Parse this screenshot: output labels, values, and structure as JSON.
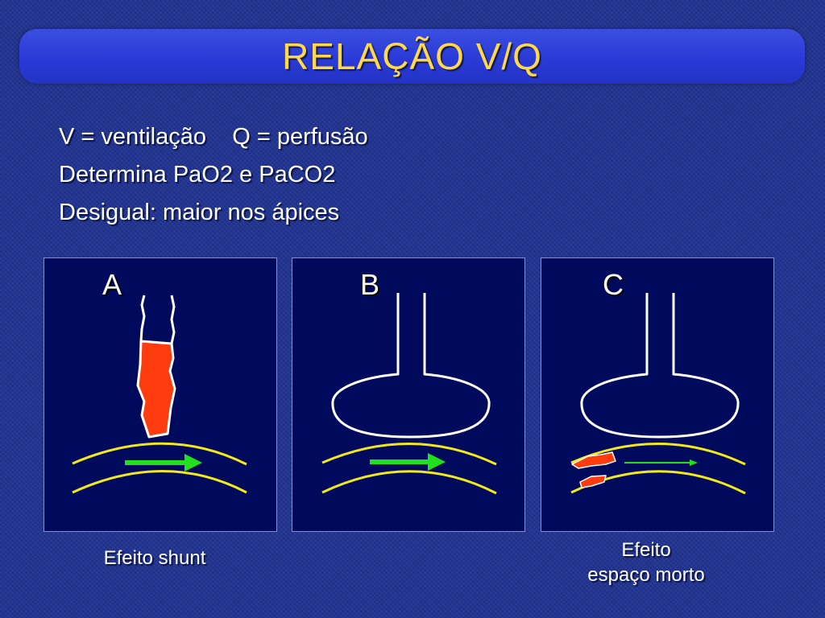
{
  "title": "RELAÇÃO V/Q",
  "bullets": [
    "V = ventilação    Q = perfusão",
    "Determina PaO2 e PaCO2",
    "Desigual: maior nos ápices"
  ],
  "panels": [
    {
      "letter": "A",
      "caption_line1": "Efeito shunt",
      "caption_line2": ""
    },
    {
      "letter": "B",
      "caption_line1": "",
      "caption_line2": ""
    },
    {
      "letter": "C",
      "caption_line1": "Efeito",
      "caption_line2": "espaço morto"
    }
  ],
  "colors": {
    "title_text": "#ffd84a",
    "panel_bg": "#000a5c",
    "vessel_wall": "#f2e81a",
    "flow_arrow": "#22e01e",
    "obstruction": "#ff3c0e",
    "airway": "#ffffff"
  }
}
